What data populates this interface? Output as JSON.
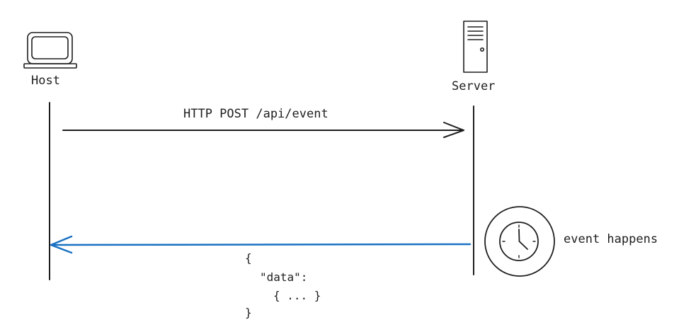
{
  "actors": {
    "host": {
      "label": "Host",
      "icon": "computer-icon"
    },
    "server": {
      "label": "Server",
      "icon": "server-icon"
    }
  },
  "messages": {
    "request": {
      "label": "HTTP POST /api/event",
      "color": "#1e1e1e"
    },
    "response": {
      "color": "#1971c2",
      "payload_lines": [
        "{",
        "\"data\":",
        "{ ... }",
        "}"
      ]
    }
  },
  "event": {
    "label": "event happens",
    "icon": "clock-icon"
  }
}
